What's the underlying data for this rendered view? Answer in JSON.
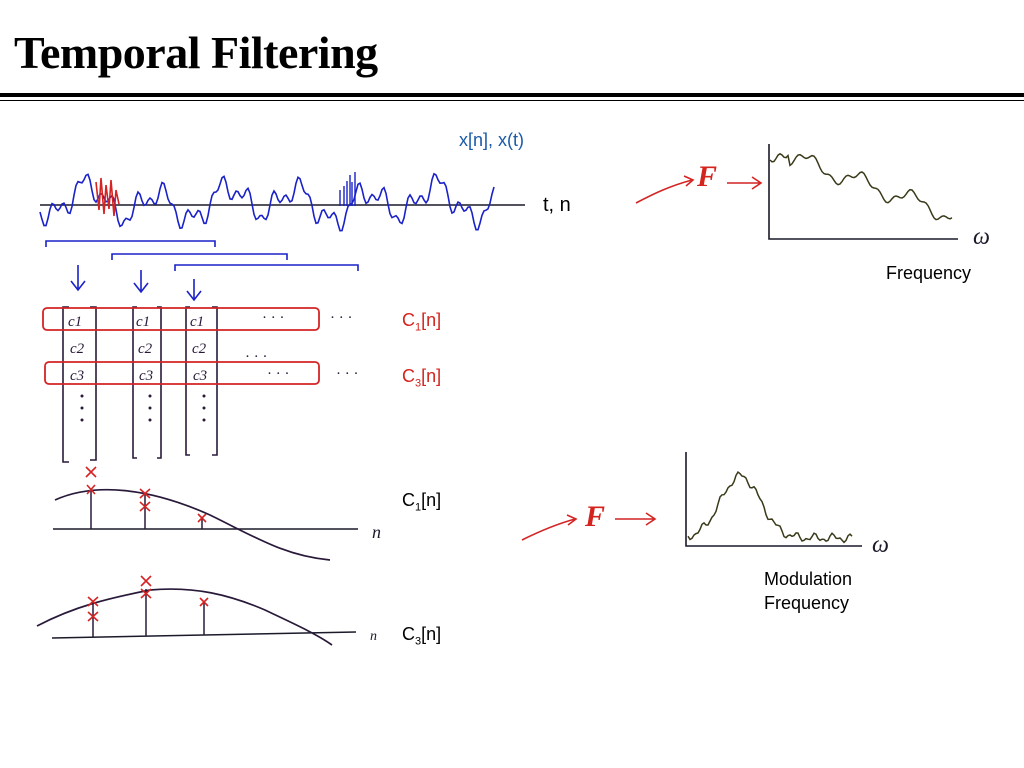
{
  "slide": {
    "title": "Temporal Filtering"
  },
  "signal": {
    "label": "x[n], x(t)",
    "axis_label": "t, n"
  },
  "frames": {
    "rows": [
      {
        "label": "c1"
      },
      {
        "label": "c2"
      },
      {
        "label": "c3"
      }
    ],
    "highlight_labels": {
      "c1": {
        "base": "C",
        "sub": "1",
        "suffix": "[n]"
      },
      "c3": {
        "base": "C",
        "sub": "3",
        "suffix": "[n]"
      }
    },
    "ellipsis": "· · ·"
  },
  "trajectories": {
    "c1": {
      "base": "C",
      "sub": "1",
      "suffix": "[n]",
      "axis": "n"
    },
    "c3": {
      "base": "C",
      "sub": "3",
      "suffix": "[n]",
      "axis": "n"
    }
  },
  "spectra": {
    "operator": "F",
    "top": {
      "axis_symbol": "ω",
      "label": "Frequency"
    },
    "bottom": {
      "axis_symbol": "ω",
      "label_line1": "Modulation",
      "label_line2": "Frequency"
    }
  },
  "colors": {
    "signal": "#1a22c8",
    "highlight": "#d42424",
    "ink": "#2a1a3a",
    "label_blue": "#1a5aa8"
  }
}
